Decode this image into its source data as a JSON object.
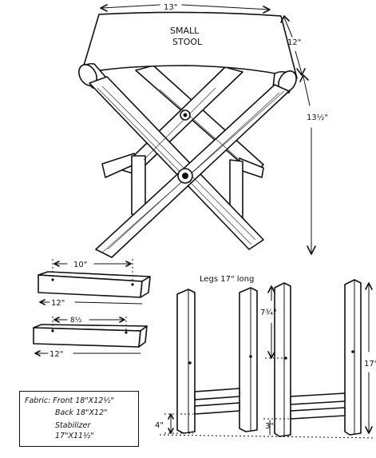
{
  "stool": {
    "title_line1": "SMALL",
    "title_line2": "STOOL",
    "dim_width": "13\"",
    "dim_depth": "12\"",
    "dim_height": "13½\""
  },
  "stretchers": {
    "top_inner": "10\"",
    "top_outer": "12\"",
    "bottom_inner": "8½",
    "bottom_outer": "12\""
  },
  "legs": {
    "heading": "Legs 17\" long",
    "dim_upper": "7¾\"",
    "dim_total": "17\"",
    "dim_left_bottom": "4\"",
    "dim_right_bottom": "3\""
  },
  "fabric_note": {
    "line1": "Fabric: Front 18\"X12½\"",
    "line2": "Back 18\"X12\"",
    "line3": "Stabilizer",
    "line4": "17\"X11½\""
  }
}
